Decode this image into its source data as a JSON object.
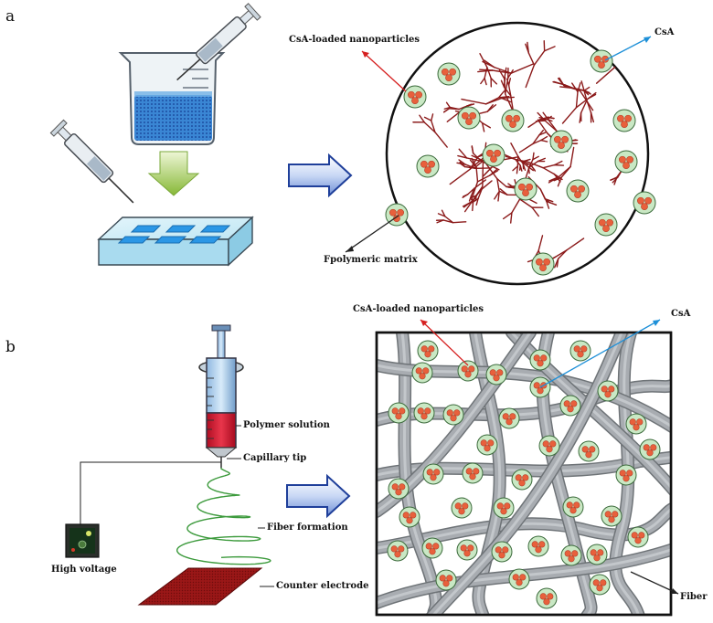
{
  "panel_a": {
    "letter": "a",
    "nanoparticles_label": "CsA-loaded nanoparticles",
    "drug_label": "CsA",
    "matrix_label": "Fpolymeric matrix"
  },
  "panel_b": {
    "letter": "b",
    "nanoparticles_label": "CsA-loaded nanoparticles",
    "drug_label": "CsA",
    "polymer_solution_label": "Polymer solution",
    "capillary_tip_label": "Capillary tip",
    "fiber_formation_label": "Fiber formation",
    "high_voltage_label": "High voltage",
    "counter_electrode_label": "Counter electrode",
    "fiber_label": "Fiber"
  },
  "colors": {
    "arrow_fill": "#1f3f9a",
    "solution_blue": "#3b8fd6",
    "polymer_red": "#c8102e",
    "matrix_strand": "#8b1a1a",
    "particle_shell": "#c9e8c4",
    "particle_core": "#e8603c",
    "fiber_gray": "#a8acb1",
    "electrode_red": "#8e1515",
    "green_arrow": "#8fbf3c"
  }
}
